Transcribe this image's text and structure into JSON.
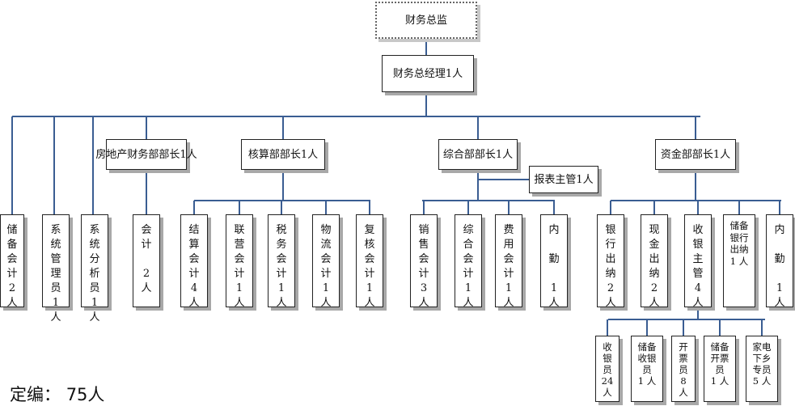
{
  "top": {
    "director": "财务总监",
    "gm": [
      "财务总经理",
      "1人"
    ]
  },
  "direct_staff": [
    {
      "name": "储备会计2人"
    },
    {
      "name": "系统管理员1人"
    },
    {
      "name": "系统分析员1人"
    }
  ],
  "departments": [
    {
      "title": [
        "房地产财务部",
        "部长1人"
      ],
      "staff": [
        {
          "cols": [
            "会",
            "计",
            "",
            "2",
            "人"
          ]
        }
      ]
    },
    {
      "title": [
        "核算部",
        "部长1人"
      ],
      "staff": [
        {
          "name": "结算会计4人"
        },
        {
          "name": "联营会计1人"
        },
        {
          "name": "税务会计1人"
        },
        {
          "name": "物流会计1人"
        },
        {
          "name": "复核会计1人"
        }
      ]
    },
    {
      "title": [
        "综合部",
        "部长1人"
      ],
      "supervisor": [
        "报表主管",
        "1人"
      ],
      "staff": [
        {
          "name": "销售会计3人"
        },
        {
          "name": "综合会计1人"
        },
        {
          "name": "费用会计1人"
        },
        {
          "cols": [
            "内",
            "",
            "勤",
            "",
            "1",
            "人"
          ]
        }
      ]
    },
    {
      "title": [
        "资金部",
        "部长1人"
      ],
      "staff": [
        {
          "name": "银行出纳2人"
        },
        {
          "name": "现金出纳2人"
        },
        {
          "name": "收银主管4人"
        },
        {
          "cols2": [
            "储备",
            "银行",
            "出纳",
            "1 人"
          ]
        },
        {
          "cols": [
            "内",
            "",
            "勤",
            "",
            "1",
            "人"
          ]
        }
      ],
      "cashiers": [
        {
          "cols": [
            "收",
            "银",
            "员",
            "24",
            "人"
          ]
        },
        {
          "cols": [
            "储备",
            "收银",
            "员",
            "1 人"
          ]
        },
        {
          "cols": [
            "开",
            "票",
            "员",
            "8",
            "人"
          ]
        },
        {
          "cols": [
            "储备",
            "开票",
            "员",
            "1 人"
          ]
        },
        {
          "cols": [
            "家电",
            "下乡",
            "专员",
            "5 人"
          ]
        }
      ]
    }
  ],
  "footer": {
    "staff_quota_label": "定编：",
    "staff_quota_value": "75人"
  },
  "colors": {
    "connector": "#3a5d92",
    "border": "#222222",
    "shadow": "#a8a8a8"
  }
}
